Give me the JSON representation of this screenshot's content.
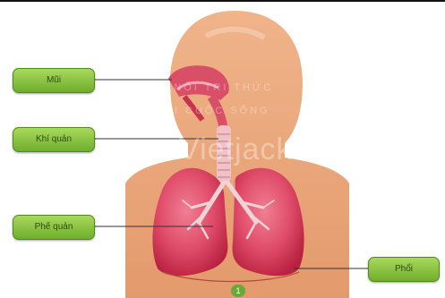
{
  "labels": {
    "nose": "Mũi",
    "trachea": "Khí quản",
    "bronchi": "Phế quản",
    "lungs": "Phổi"
  },
  "watermark": {
    "line1": "KẾT NỐI TRI THỨC",
    "line2": "VỚI CUỘC SỐNG",
    "brand": "Vietjack"
  },
  "page_number": "1",
  "colors": {
    "skin": "#e7a67a",
    "lung": "#d63a5a",
    "label_fill": "#8fc84a",
    "label_border": "#4f8a1d",
    "leader_line": "#333333"
  }
}
